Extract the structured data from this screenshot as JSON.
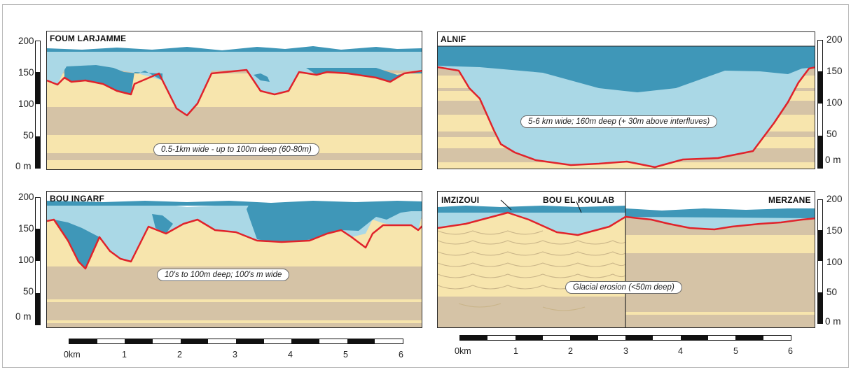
{
  "panels": {
    "foum": {
      "title": "FOUM LARJAMME",
      "note": "0.5-1km wide - up to 100m deep (60-80m)"
    },
    "alnif": {
      "title": "ALNIF",
      "note": "5-6 km wide; 160m deep (+ 30m above interfluves)"
    },
    "bou": {
      "title": "BOU INGARF",
      "note": "10's to 100m deep; 100's m wide"
    },
    "imzizoui": {
      "title": "IMZIZOUI",
      "title2": "BOU EL KOULAB",
      "title3": "MERZANE",
      "note": "Glacial erosion (<50m deep)"
    }
  },
  "elevation_axis": {
    "unit": "m",
    "ticks": [
      "200",
      "150",
      "100",
      "50",
      "0 m"
    ]
  },
  "distance_axis": {
    "unit": "km",
    "ticks": [
      "0km",
      "1",
      "2",
      "3",
      "4",
      "5",
      "6"
    ]
  },
  "colors": {
    "sand": "#f7e5ad",
    "mud": "#d5c3a6",
    "light_fill": "#aad8e6",
    "dark_fill": "#3f97b8",
    "erosion_surface": "#e0232b",
    "scale_bar": "#111111"
  }
}
